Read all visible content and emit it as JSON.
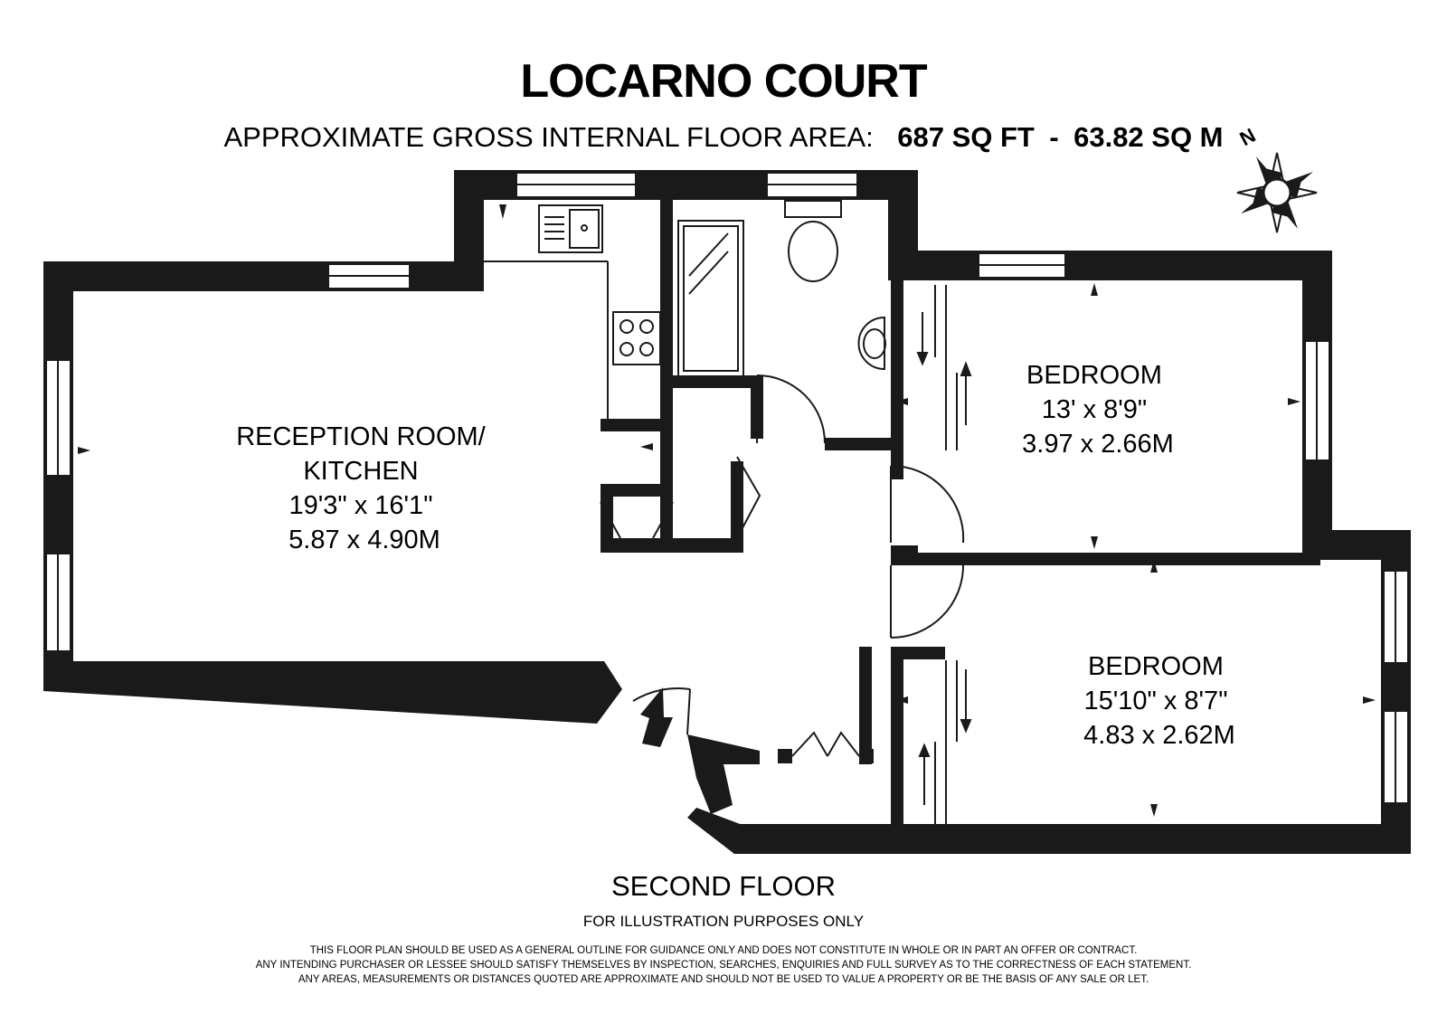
{
  "title": "LOCARNO COURT",
  "area": {
    "label": "APPROXIMATE GROSS INTERNAL FLOOR AREA:",
    "sqft": "687 SQ FT",
    "separator": "-",
    "sqm": "63.82 SQ M"
  },
  "compass": {
    "north_label": "N",
    "icon": "compass-rose-icon"
  },
  "rooms": [
    {
      "id": "reception",
      "lines": [
        "RECEPTION ROOM/",
        "KITCHEN",
        "19'3\" x 16'1\"",
        "5.87 x 4.90M"
      ]
    },
    {
      "id": "bedroom1",
      "lines": [
        "BEDROOM",
        "13' x 8'9\"",
        "3.97 x 2.66M"
      ]
    },
    {
      "id": "bedroom2",
      "lines": [
        "BEDROOM",
        "15'10\" x 8'7\"",
        "4.83 x 2.62M"
      ]
    }
  ],
  "floor_label": "SECOND FLOOR",
  "illustration_note": "FOR ILLUSTRATION PURPOSES ONLY",
  "disclaimer": [
    "THIS FLOOR PLAN SHOULD BE USED AS A GENERAL OUTLINE FOR GUIDANCE ONLY AND DOES NOT CONSTITUTE IN WHOLE OR IN PART AN OFFER OR CONTRACT.",
    "ANY INTENDING PURCHASER OR LESSEE SHOULD SATISFY THEMSELVES BY INSPECTION, SEARCHES, ENQUIRIES AND FULL SURVEY AS TO THE CORRECTNESS OF EACH STATEMENT.",
    "ANY AREAS, MEASUREMENTS OR DISTANCES QUOTED ARE APPROXIMATE AND SHOULD NOT BE USED TO VALUE A PROPERTY OR BE THE BASIS OF ANY SALE OR LET."
  ],
  "colors": {
    "wall": "#1a1a1a",
    "background": "#ffffff"
  }
}
